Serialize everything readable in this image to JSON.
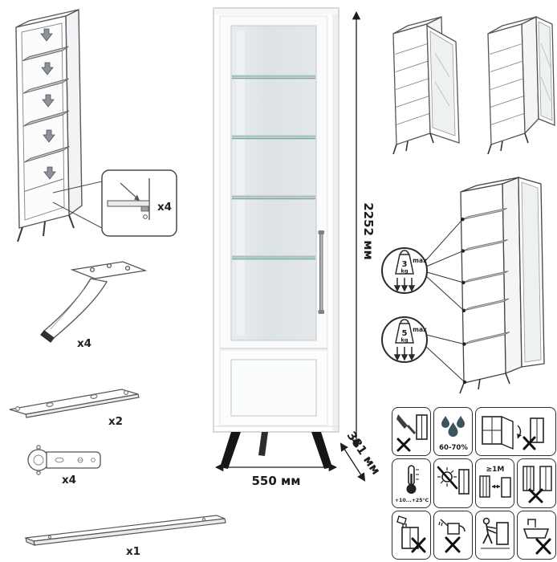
{
  "main_dimensions": {
    "height": "2252 мм",
    "width": "550 мм",
    "depth": "381 мм"
  },
  "hardware": {
    "shelf_fitting_count": "x4",
    "leg_count": "x4",
    "rail_count": "x2",
    "hinge_count": "x4",
    "handle_count": "x1"
  },
  "load_limits": {
    "upper_shelves": {
      "value": "3",
      "unit": "kg",
      "note": "max"
    },
    "lower_shelf": {
      "value": "5",
      "unit": "kg",
      "note": "max"
    }
  },
  "care_symbols": {
    "humidity_range": "60-70%",
    "temperature_range": "+10...+25°C",
    "heater_distance": "≥1M"
  }
}
